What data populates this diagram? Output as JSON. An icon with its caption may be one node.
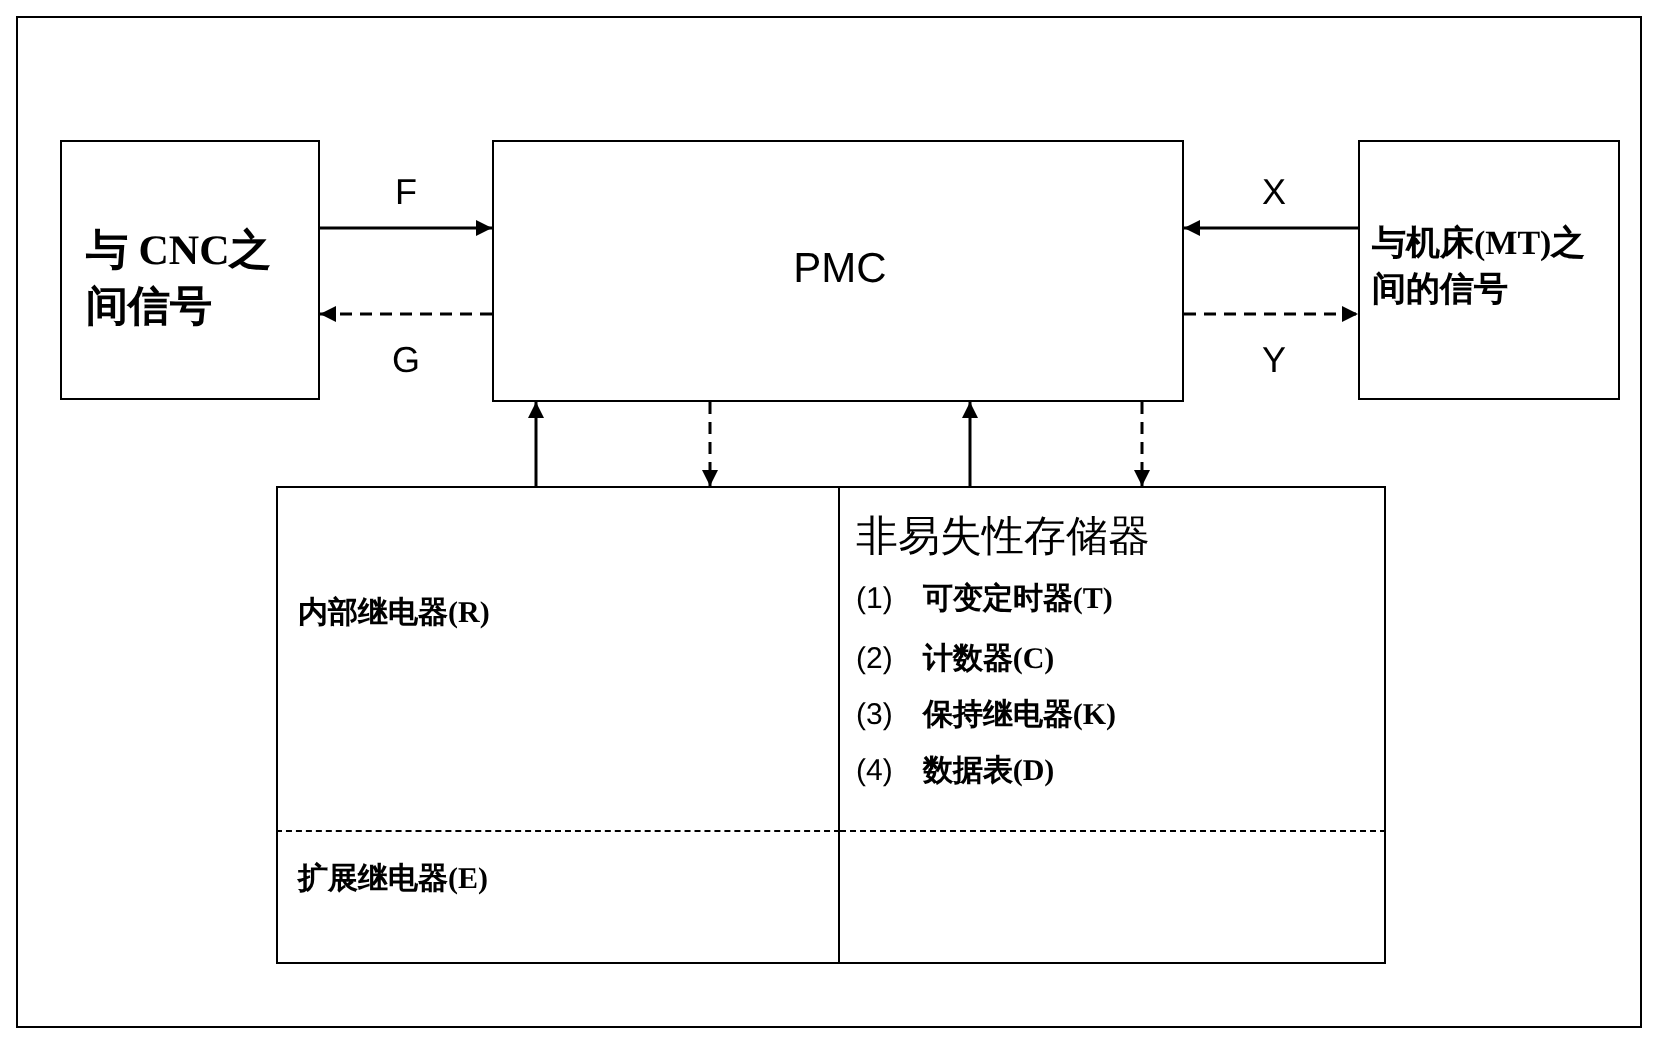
{
  "diagram": {
    "nodes": [
      {
        "text": [
          "与 CNC之间信号"
        ]
      },
      {
        "text": [
          "PMC"
        ]
      },
      {
        "text": [
          "与机床(MT)之间的信号"
        ]
      },
      {
        "text": [
          "内部继电器(R)"
        ]
      },
      {
        "text": [
          "扩展继电器(E)"
        ]
      },
      {
        "text": [
          "非易失性存储器",
          "(1)　**可变定时器(T)**",
          "(2)　**计数器(C)**",
          "(3)　**保持继电器(K)**",
          "(4)　**数据表(D)**"
        ]
      },
      {
        "text": [],
        "shape": "box"
      }
    ],
    "edges": [
      {
        "from": 0,
        "to": 1,
        "arrow": "to",
        "label": "F"
      },
      {
        "from": 1,
        "to": 0,
        "arrow": "to",
        "label": "G",
        "style": "dashed"
      },
      {
        "from": 2,
        "to": 1,
        "arrow": "to",
        "label": "X"
      },
      {
        "from": 1,
        "to": 2,
        "arrow": "to",
        "label": "Y",
        "style": "dashed"
      },
      {
        "from": 3,
        "to": 1,
        "arrow": "to"
      },
      {
        "from": 1,
        "to": 3,
        "arrow": "to",
        "style": "dashed"
      },
      {
        "from": 5,
        "to": 1,
        "arrow": "to"
      },
      {
        "from": 1,
        "to": 5,
        "arrow": "to",
        "style": "dashed"
      }
    ]
  }
}
